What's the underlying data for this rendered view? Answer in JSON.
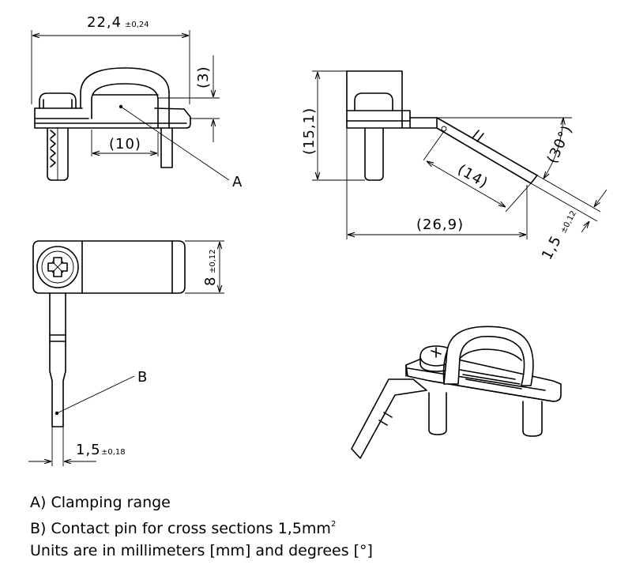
{
  "dimensions": {
    "width": {
      "value": "22,4",
      "tol": "±0,24"
    },
    "height_clip": "(3)",
    "clamp_width": "(10)",
    "total_height": "(15,1)",
    "pin_bend_len": "(14)",
    "total_len": "(26,9)",
    "angle": "(30°)",
    "pin_thickness": {
      "value": "1,5",
      "tol": "±0,12"
    },
    "body_width": {
      "value": "8",
      "tol": "±0,12"
    },
    "pin_width": {
      "value": "1,5",
      "tol": "±0,18"
    }
  },
  "labels": {
    "a": "A",
    "b": "B"
  },
  "notes": {
    "a": "A) Clamping range",
    "b_text": "B) Contact pin for cross sections 1,5mm",
    "b_sup": "2",
    "units": "Units are in millimeters [mm] and degrees [°]"
  }
}
